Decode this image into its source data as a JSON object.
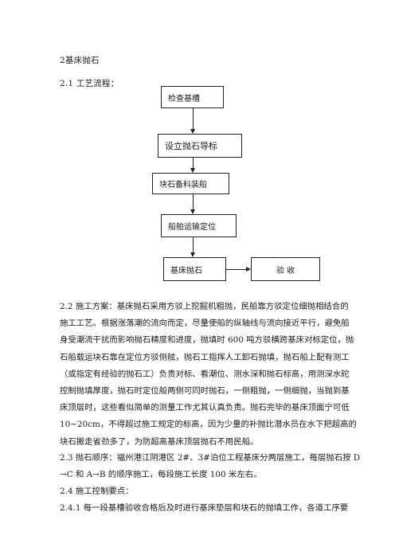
{
  "section_title": "2基床抛石",
  "flow_title": "2.1 工艺流程：",
  "flow": {
    "step1": "检查基槽",
    "step2": "设立抛石导标",
    "step3": "块石备料装船",
    "step4": "船舶运输定位",
    "step5": "基床抛石",
    "step6": "验   收"
  },
  "plan": {
    "lines": [
      "2.2 施工方案：基床抛石采用方驳上挖掘机粗抛，民船靠方驳定位细抛相结合的",
      "施工工艺。根据涨落潮的流向而定，尽量使船的纵轴线与流向接近平行，避免船",
      "身受潮流干扰而影响抛石精度和进度，抛填时 600 吨方驳横跨基床对标定位，抛",
      "石船载运块石靠在定位方驳侧舷，抛石工指挥人工卸石抛填，抛石船上配有测工",
      "（或指定有经验的抛石工）负责对标、看潮位、测水深和抛石标高，用测深水砣",
      "控制抛填厚度，抛石时定位船两侧可同时抛石，一侧粗抛，一侧细抛，当抛到基",
      "床顶层时，这些看似简单的测量工作尤其认真负责。抛石完毕的基床顶面宁可低",
      "10~20cm，不得超过施工规定的标高，因为少量的补抛比潜水员在水下把超高的",
      "块石搬走省劲多了，为防超高基床顶层抛石不用民船。"
    ]
  },
  "order": {
    "lines": [
      "2.3 抛石顺序：福州港江阴港区 2#、3#泊位工程基床分两层施工，每层抛石按 D",
      "→C 和 A→B 的顺序施工，每段施工长度 100 米左右。"
    ]
  },
  "control_title": "2.4 施工控制要点：",
  "control_item": "2.4.1 每一段基槽验收合格后及时进行基床垫层和块石的抛填工作，各道工序要"
}
